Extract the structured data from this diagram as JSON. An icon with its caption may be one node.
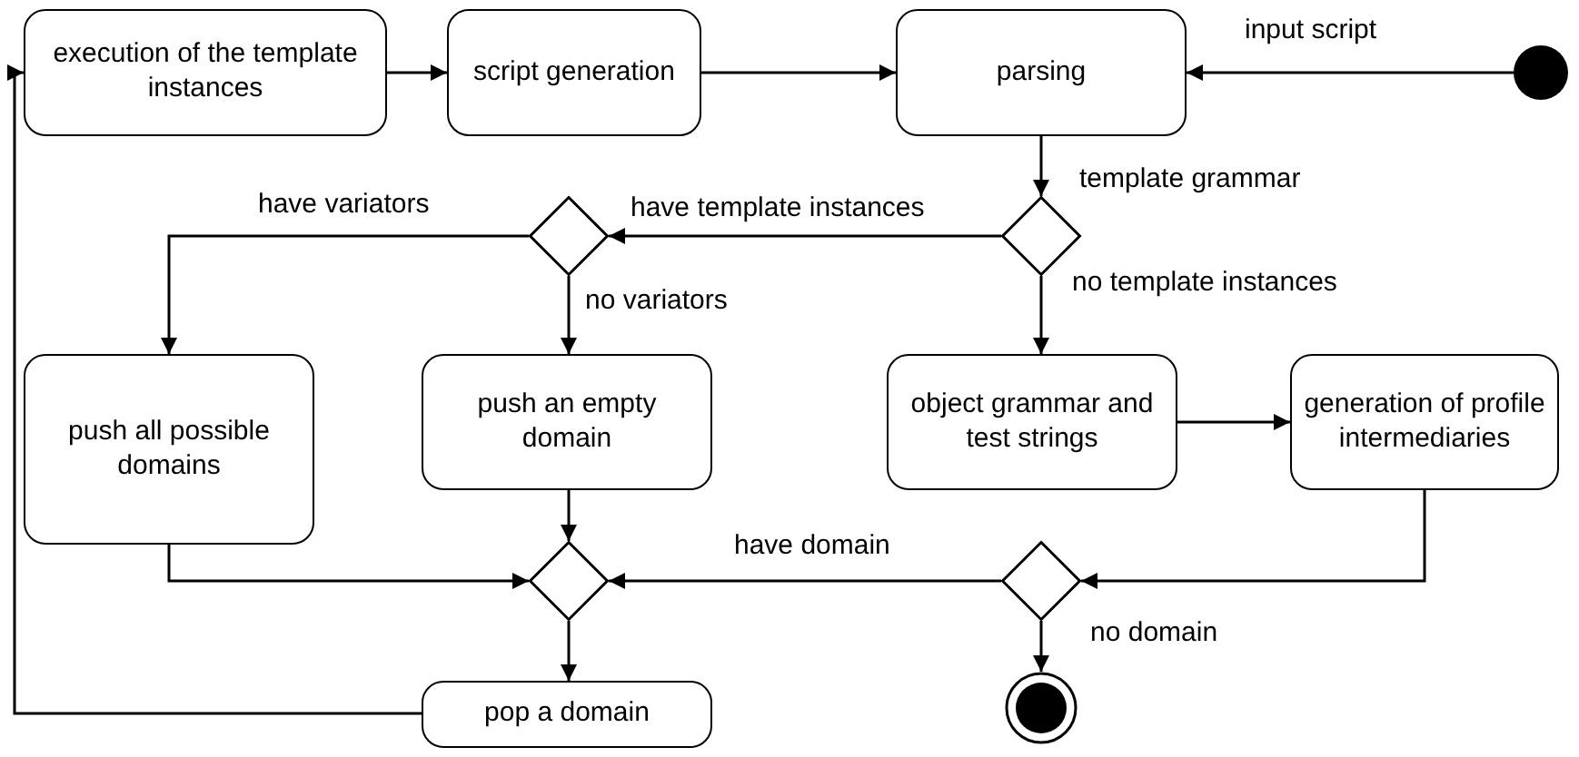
{
  "diagram": {
    "nodes": [
      {
        "text": [
          "execution of the template instances"
        ]
      },
      {
        "text": [
          "script generation"
        ]
      },
      {
        "text": [
          "parsing"
        ]
      },
      {
        "text": [],
        "shape": "circle"
      },
      {
        "text": [],
        "shape": "diamond"
      },
      {
        "text": [],
        "shape": "diamond"
      },
      {
        "text": [
          "push all possible domains"
        ]
      },
      {
        "text": [
          "push an empty domain"
        ]
      },
      {
        "text": [
          "object grammar and test strings"
        ]
      },
      {
        "text": [
          "generation of profile intermediaries"
        ]
      },
      {
        "text": [],
        "shape": "diamond"
      },
      {
        "text": [],
        "shape": "diamond"
      },
      {
        "text": [
          "pop a domain"
        ]
      },
      {
        "text": [],
        "shape": "circle"
      }
    ],
    "edges": [
      {
        "from": 3,
        "to": 2,
        "arrow": "to",
        "label": "input script"
      },
      {
        "from": 2,
        "to": 4,
        "arrow": "to",
        "label": "template grammar"
      },
      {
        "from": 4,
        "to": 5,
        "arrow": "to",
        "label": "have template instances"
      },
      {
        "from": 4,
        "to": 8,
        "arrow": "to",
        "label": "no template instances"
      },
      {
        "from": 5,
        "to": 6,
        "arrow": "to",
        "label": "have variators"
      },
      {
        "from": 5,
        "to": 7,
        "arrow": "to",
        "label": "no variators"
      },
      {
        "from": 8,
        "to": 9,
        "arrow": "to"
      },
      {
        "from": 9,
        "to": 11,
        "arrow": "to"
      },
      {
        "from": 11,
        "to": 10,
        "arrow": "to",
        "label": "have domain"
      },
      {
        "from": 11,
        "to": 13,
        "arrow": "to",
        "label": "no domain"
      },
      {
        "from": 6,
        "to": 10,
        "arrow": "to"
      },
      {
        "from": 7,
        "to": 10,
        "arrow": "to"
      },
      {
        "from": 10,
        "to": 12,
        "arrow": "to"
      },
      {
        "from": 12,
        "to": 0,
        "arrow": "to"
      },
      {
        "from": 0,
        "to": 1,
        "arrow": "to"
      },
      {
        "from": 1,
        "to": 2,
        "arrow": "to"
      }
    ]
  }
}
